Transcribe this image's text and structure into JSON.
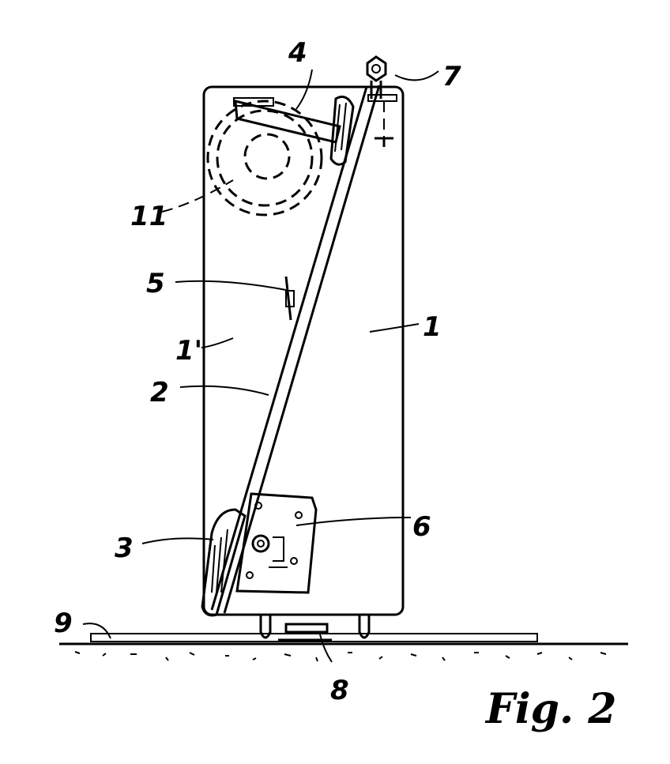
{
  "figure": {
    "caption": "Fig. 2",
    "labels": {
      "housing": "1",
      "housing_inner": "1'",
      "plate": "2",
      "lower_roller": "3",
      "upper_bracket": "4",
      "middle_clip": "5",
      "lower_block": "6",
      "adjust_screw": "7",
      "base_element": "8",
      "floor_plate": "9",
      "reel": "11"
    }
  }
}
